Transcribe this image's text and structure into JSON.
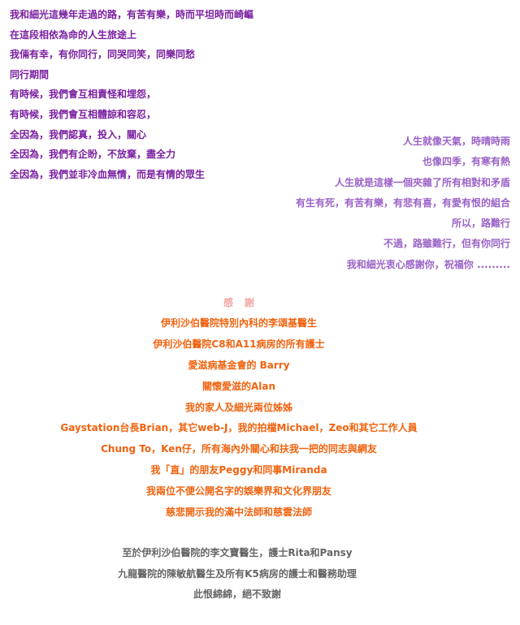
{
  "left_poem": [
    "我和細光這幾年走過的路，有苦有樂，時而平坦時而崎嶇",
    "在這段相依為命的人生旅途上",
    "我倆有幸，有你同行，同哭同笑，同樂同愁",
    "同行期間",
    "有時候，我們會互相責怪和埋怨，",
    "有時候，我們會互相體諒和容忍，",
    "全因為，我們認真，投入，關心",
    "全因為，我們有企盼，不放棄，盡全力",
    "全因為，我們並非冷血無情，而是有情的眾生"
  ],
  "right_poem": [
    "人生就像天氣，時晴時雨",
    "也像四季，有寒有熱",
    "人生就是這樣一個夾雜了所有相對和矛盾",
    "有生有死，有苦有樂，有悲有喜，有愛有恨的組合",
    "所以，路難行",
    "不過，路雖難行，但有你同行",
    "我和細光衷心感謝你，祝福你 ........."
  ],
  "thanks": {
    "heading": "感謝",
    "items": [
      "伊利沙伯醫院特別內科的李頌基醫生",
      "伊利沙伯醫院C8和A11病房的所有護士",
      "愛滋病基金會的 Barry",
      "關懷愛滋的Alan",
      "我的家人及細光兩位姊姊",
      "Gaystation台長Brian，其它web-J，我的拍檔Michael，Zeo和其它工作人員",
      "Chung To，Ken仔，所有海內外關心和扶我一把的同志與網友",
      "我「直」的朋友Peggy和同事Miranda",
      "我兩位不便公開名字的娛樂界和文化界朋友",
      "慈悲開示我的滿中法師和慈雲法師"
    ]
  },
  "footer": [
    "至於伊利沙伯醫院的李文寶醫生，護士Rita和Pansy",
    "九龍醫院的陳敏航醫生及所有K5病房的護士和醫務助理",
    "此恨綿綿，絕不致謝"
  ],
  "colors": {
    "left_poem": "#7a1ea1",
    "right_poem": "#9a62c6",
    "thanks_heading": "#f3a6a6",
    "thanks_items": "#f0630f",
    "footer": "#666666"
  }
}
